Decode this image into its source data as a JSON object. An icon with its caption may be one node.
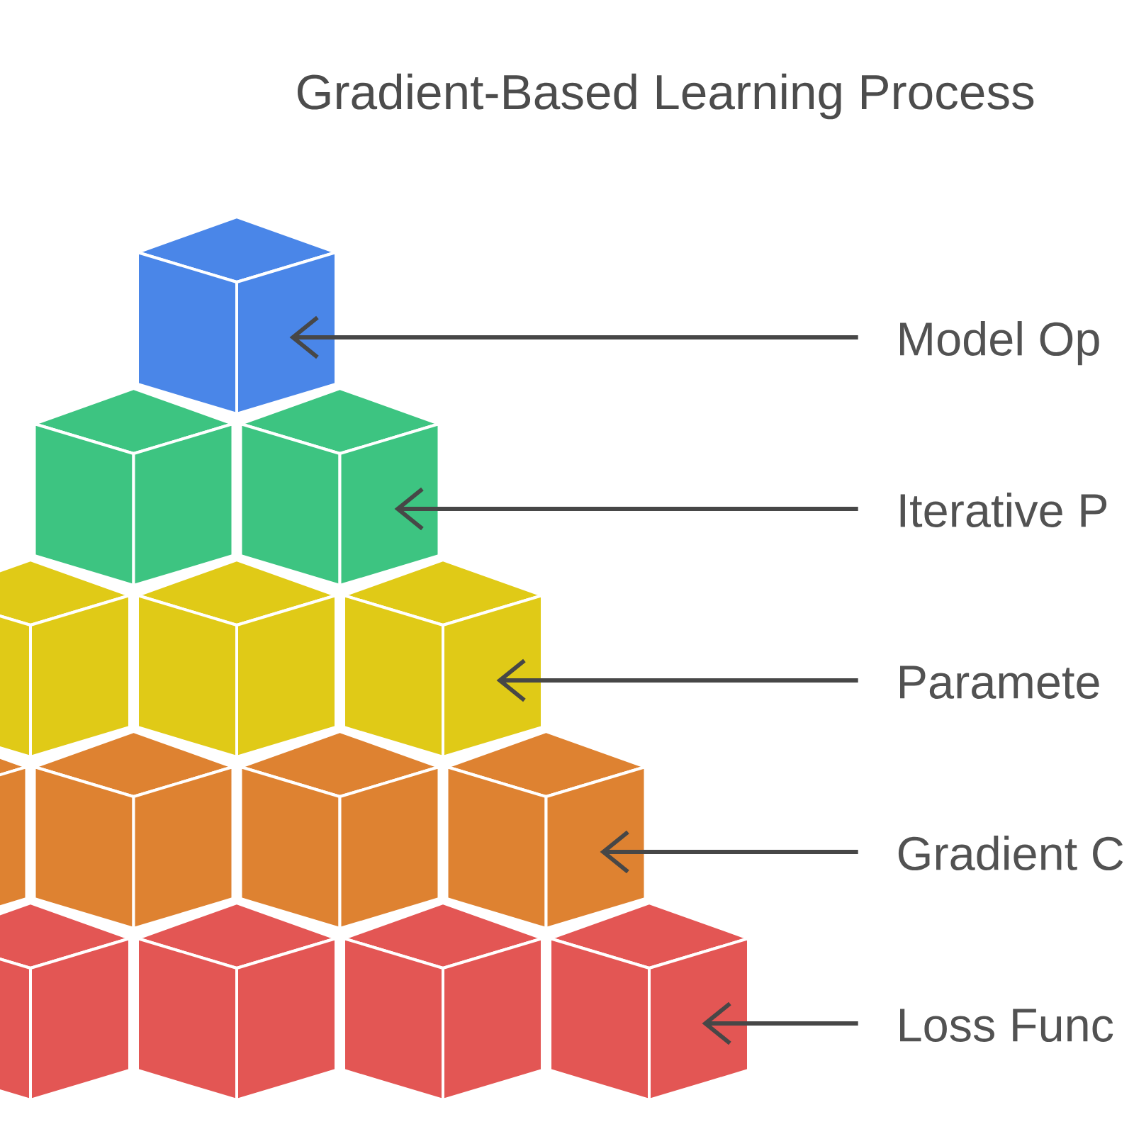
{
  "diagram": {
    "title": "Gradient-Based Learning Process",
    "nodes": [
      {
        "text": [],
        "shape": "cube"
      },
      {
        "text": [],
        "shape": "cube"
      },
      {
        "text": [],
        "shape": "cube"
      },
      {
        "text": [],
        "shape": "cube"
      },
      {
        "text": [],
        "shape": "cube"
      },
      {
        "text": [
          "Model Op"
        ]
      },
      {
        "text": [
          "Iterative P"
        ]
      },
      {
        "text": [
          "Paramete"
        ]
      },
      {
        "text": [
          "Gradient C"
        ]
      },
      {
        "text": [
          "Loss Func"
        ]
      }
    ],
    "edges": [
      {
        "from": 5,
        "to": 0,
        "arrow": "to"
      },
      {
        "from": 6,
        "to": 1,
        "arrow": "to"
      },
      {
        "from": 7,
        "to": 2,
        "arrow": "to"
      },
      {
        "from": 8,
        "to": 3,
        "arrow": "to"
      },
      {
        "from": 9,
        "to": 4,
        "arrow": "to"
      }
    ]
  }
}
